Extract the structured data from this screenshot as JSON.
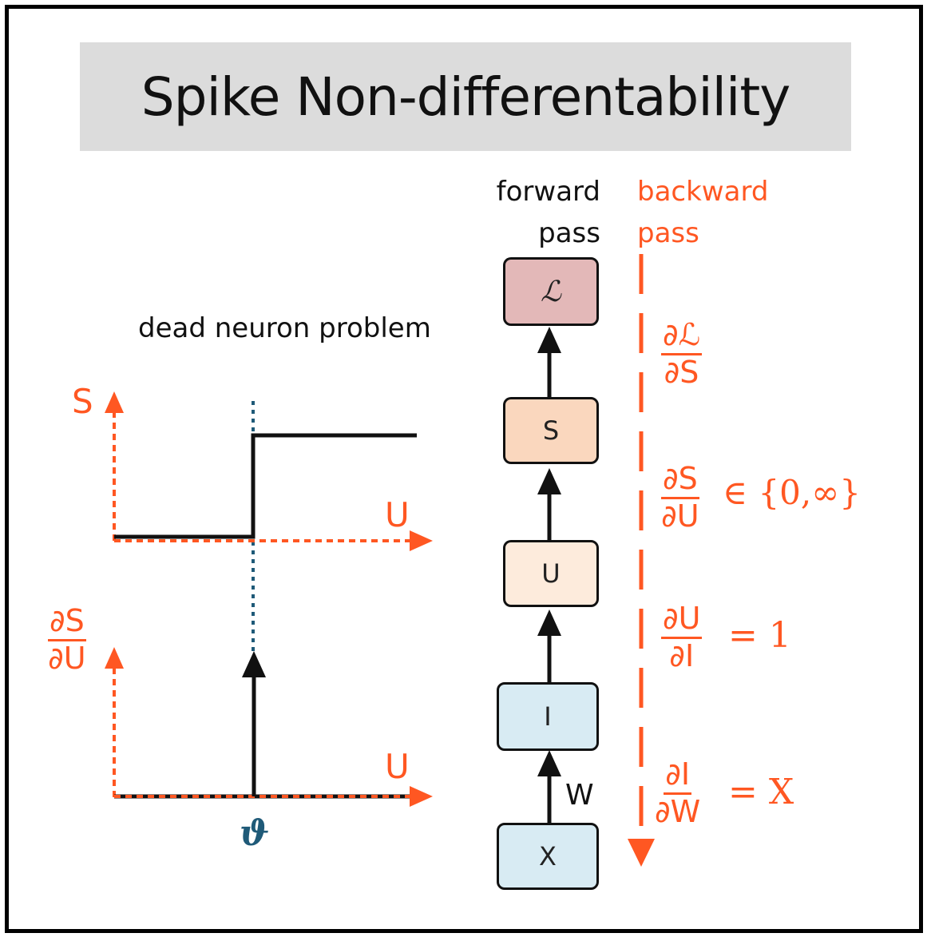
{
  "title": "Spike Non-differentability",
  "dead_neuron_label": "dead neuron problem",
  "forward": {
    "line1": "forward",
    "line2": "pass"
  },
  "backward": {
    "line1": "backward",
    "line2": "pass"
  },
  "nodes": {
    "L": "ℒ",
    "S": "S",
    "U": "U",
    "I": "I",
    "X": "X"
  },
  "weight_label": "W",
  "plots": {
    "top": {
      "y_label": "S",
      "x_label": "U"
    },
    "bottom": {
      "y_num": "∂S",
      "y_den": "∂U",
      "x_label": "U",
      "threshold": "ϑ"
    }
  },
  "gradients": [
    {
      "num": "∂ℒ",
      "den": "∂S",
      "rhs": ""
    },
    {
      "num": "∂S",
      "den": "∂U",
      "rhs": "∈ {0,∞}"
    },
    {
      "num": "∂U",
      "den": "∂I",
      "rhs": "= 1"
    },
    {
      "num": "∂I",
      "den": "∂W",
      "rhs": "= X"
    }
  ],
  "colors": {
    "orange": "#ff5722",
    "teal": "#1f5a78",
    "node_L": "#e3b8b8",
    "node_S": "#fad7be",
    "node_U": "#fdebdc",
    "node_IX": "#d8ebf3",
    "title_bg": "#dcdcdc"
  }
}
